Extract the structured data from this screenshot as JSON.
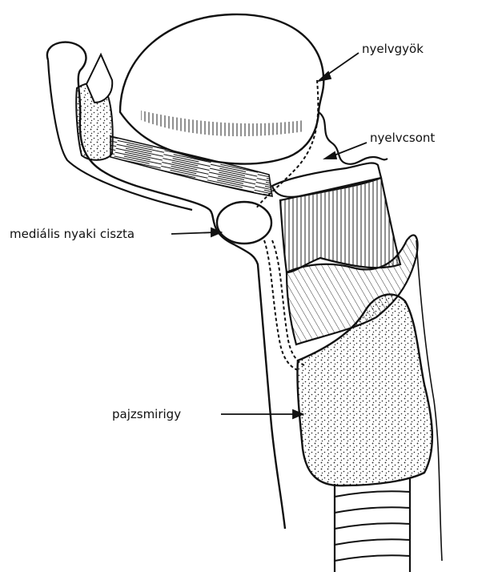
{
  "labels": {
    "tongue_root": "nyelvgyök",
    "hyoid_bone": "nyelvcsont",
    "median_neck_cyst": "mediális nyaki ciszta",
    "thyroid_gland": "pajzsmirigy"
  },
  "colors": {
    "ink": "#111111",
    "background": "#ffffff"
  }
}
